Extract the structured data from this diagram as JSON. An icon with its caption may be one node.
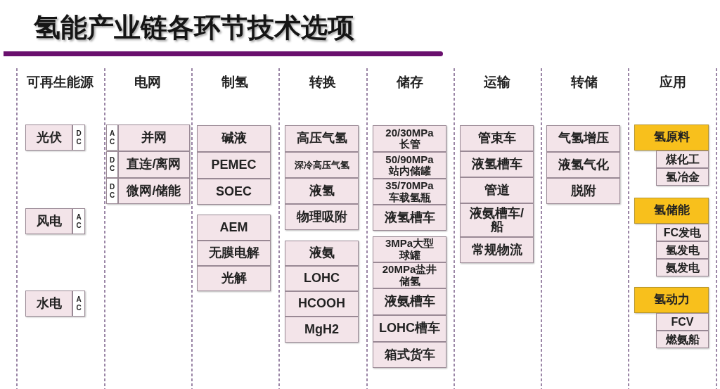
{
  "diagram": {
    "title": "氢能产业链各环节技术选项",
    "nodes": [
      {
        "text": [
          "可再生能源"
        ]
      },
      {
        "text": [
          "光伏"
        ],
        "in": 0
      },
      {
        "text": [
          "DC"
        ],
        "in": 0
      },
      {
        "text": [
          "风电"
        ],
        "in": 0
      },
      {
        "text": [
          "AC"
        ],
        "in": 0
      },
      {
        "text": [
          "水电"
        ],
        "in": 0
      },
      {
        "text": [
          "AC"
        ],
        "in": 0
      },
      {
        "text": [
          "电网"
        ]
      },
      {
        "text": [
          "AC"
        ],
        "in": 7
      },
      {
        "text": [
          "并网"
        ],
        "in": 7
      },
      {
        "text": [
          "DC"
        ],
        "in": 7
      },
      {
        "text": [
          "直连/离网"
        ],
        "in": 7
      },
      {
        "text": [
          "DC"
        ],
        "in": 7
      },
      {
        "text": [
          "微网/储能"
        ],
        "in": 7
      },
      {
        "text": [
          "制氢"
        ]
      },
      {
        "text": [
          "碱液"
        ],
        "in": 14
      },
      {
        "text": [
          "PEMEC"
        ],
        "in": 14
      },
      {
        "text": [
          "SOEC"
        ],
        "in": 14
      },
      {
        "text": [
          "AEM"
        ],
        "in": 14
      },
      {
        "text": [
          "无膜电解"
        ],
        "in": 14
      },
      {
        "text": [
          "光解"
        ],
        "in": 14
      },
      {
        "text": [
          "转换"
        ]
      },
      {
        "text": [
          "高压气氢"
        ],
        "in": 21
      },
      {
        "text": [
          "深冷高压气氢"
        ],
        "in": 21
      },
      {
        "text": [
          "液氢"
        ],
        "in": 21
      },
      {
        "text": [
          "物理吸附"
        ],
        "in": 21
      },
      {
        "text": [
          "液氨"
        ],
        "in": 21
      },
      {
        "text": [
          "LOHC"
        ],
        "in": 21
      },
      {
        "text": [
          "HCOOH"
        ],
        "in": 21
      },
      {
        "text": [
          "MgH2"
        ],
        "in": 21
      },
      {
        "text": [
          "储存"
        ]
      },
      {
        "text": [
          "20/30MPa长管"
        ],
        "in": 30
      },
      {
        "text": [
          "50/90MPa站内储罐"
        ],
        "in": 30
      },
      {
        "text": [
          "35/70MPa车载氢瓶"
        ],
        "in": 30
      },
      {
        "text": [
          "液氢槽车"
        ],
        "in": 30
      },
      {
        "text": [
          "3MPa大型球罐"
        ],
        "in": 30
      },
      {
        "text": [
          "20MPa盐井储氢"
        ],
        "in": 30
      },
      {
        "text": [
          "液氨槽车"
        ],
        "in": 30
      },
      {
        "text": [
          "LOHC槽车"
        ],
        "in": 30
      },
      {
        "text": [
          "箱式货车"
        ],
        "in": 30
      },
      {
        "text": [
          "运输"
        ]
      },
      {
        "text": [
          "管束车"
        ],
        "in": 40
      },
      {
        "text": [
          "液氢槽车"
        ],
        "in": 40
      },
      {
        "text": [
          "管道"
        ],
        "in": 40
      },
      {
        "text": [
          "液氨槽车/船"
        ],
        "in": 40
      },
      {
        "text": [
          "常规物流"
        ],
        "in": 40
      },
      {
        "text": [
          "转储"
        ]
      },
      {
        "text": [
          "气氢增压"
        ],
        "in": 46
      },
      {
        "text": [
          "液氢气化"
        ],
        "in": 46
      },
      {
        "text": [
          "脱附"
        ],
        "in": 46
      },
      {
        "text": [
          "应用"
        ]
      },
      {
        "text": [
          "氢原料"
        ],
        "in": 50
      },
      {
        "text": [
          "煤化工"
        ],
        "in": 50
      },
      {
        "text": [
          "氢冶金"
        ],
        "in": 50
      },
      {
        "text": [
          "氢储能"
        ],
        "in": 50
      },
      {
        "text": [
          "FC发电"
        ],
        "in": 50
      },
      {
        "text": [
          "氢发电"
        ],
        "in": 50
      },
      {
        "text": [
          "氨发电"
        ],
        "in": 50
      },
      {
        "text": [
          "氢动力"
        ],
        "in": 50
      },
      {
        "text": [
          "FCV"
        ],
        "in": 50
      },
      {
        "text": [
          "燃氨船"
        ],
        "in": 50
      }
    ]
  }
}
